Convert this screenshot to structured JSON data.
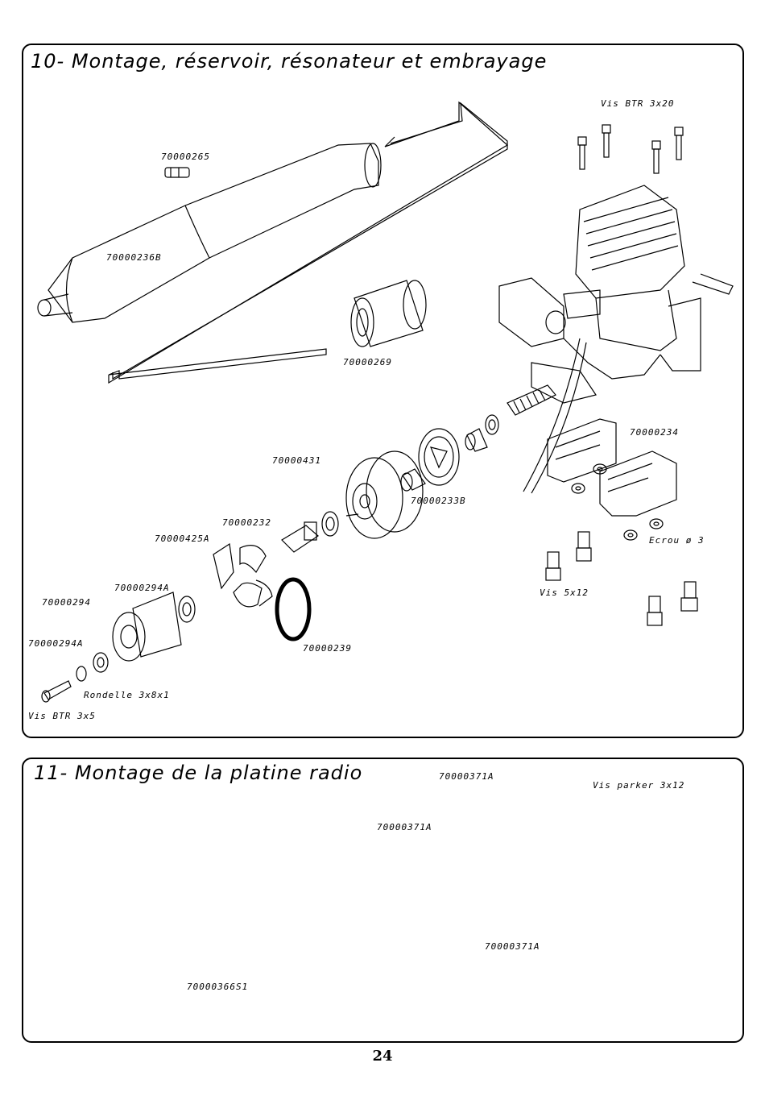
{
  "section10": {
    "title": "10- Montage, réservoir, résonateur et embrayage",
    "labels": {
      "vis_btr_3x20": "Vis BTR 3x20",
      "p70000265": "70000265",
      "p70000236B": "70000236B",
      "p70000269": "70000269",
      "p70000234": "70000234",
      "p70000431": "70000431",
      "p70000233B": "70000233B",
      "p70000232": "70000232",
      "p70000425A": "70000425A",
      "ecrou_3": "Ecrou ø 3",
      "vis_5x12": "Vis 5x12",
      "p70000294A_top": "70000294A",
      "p70000294": "70000294",
      "p70000294A_left": "70000294A",
      "p70000239": "70000239",
      "rondelle_3x8x1": "Rondelle 3x8x1",
      "vis_btr_3x5": "Vis BTR 3x5"
    }
  },
  "section11": {
    "title": "11- Montage de la platine radio",
    "labels": {
      "p70000371A_top": "70000371A",
      "vis_parker_3x12": "Vis parker 3x12",
      "p70000371A_mid": "70000371A",
      "p70000371A_low": "70000371A",
      "p70000366S1": "70000366S1"
    }
  },
  "page_number": "24"
}
